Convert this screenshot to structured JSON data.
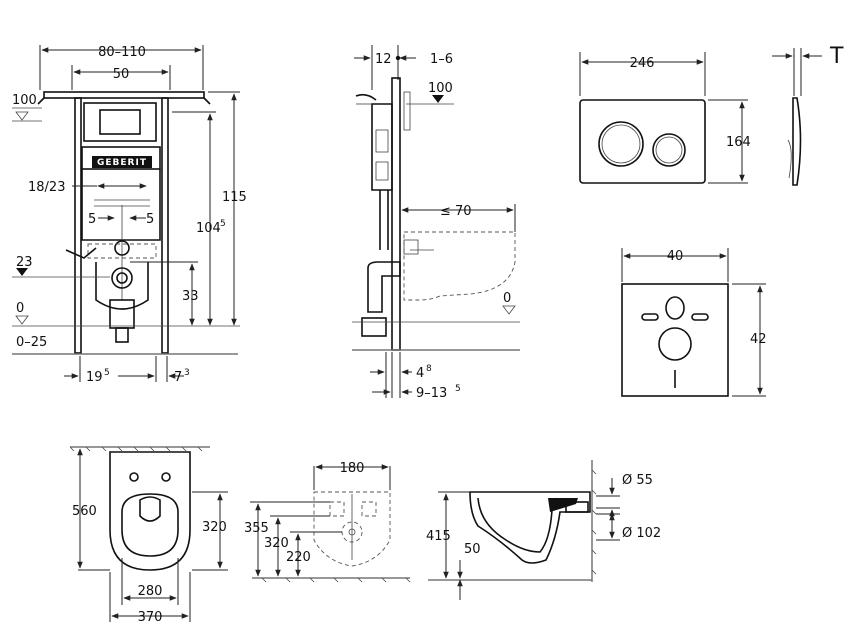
{
  "frame_front": {
    "width_range": "80–110",
    "width_inner": "50",
    "level_top": "100",
    "height_total": "115",
    "height_frame": "104",
    "height_frame_sup": "5",
    "pipe_width": "18/23",
    "offset_left": "5",
    "offset_right": "5",
    "level_mid": "23",
    "drain_height": "33",
    "level_floor": "0",
    "floor_range": "0–25",
    "bottom_left": "19",
    "bottom_left_sup": "5",
    "bottom_right": "7",
    "bottom_right_sup": "3",
    "brand": "GEBERIT"
  },
  "frame_side": {
    "top_left": "12",
    "top_right": "1–6",
    "level_top": "100",
    "projection": "≤ 70",
    "level_floor": "0",
    "bottom_a": "4",
    "bottom_a_sup": "8",
    "bottom_b": "9–13",
    "bottom_b_sup": "5"
  },
  "plate_front": {
    "width": "246",
    "height": "164"
  },
  "plate_side": {
    "thickness_label": "T"
  },
  "mat": {
    "width": "40",
    "height": "42"
  },
  "bowl_top": {
    "length": "560",
    "depth": "320",
    "width_inner": "280",
    "width_outer": "370"
  },
  "bowl_back": {
    "width": "180",
    "height_355": "355",
    "height_320": "320",
    "height_220": "220"
  },
  "bowl_side": {
    "height": "415",
    "offset": "50",
    "dia_small": "Ø 55",
    "dia_large": "Ø 102"
  }
}
